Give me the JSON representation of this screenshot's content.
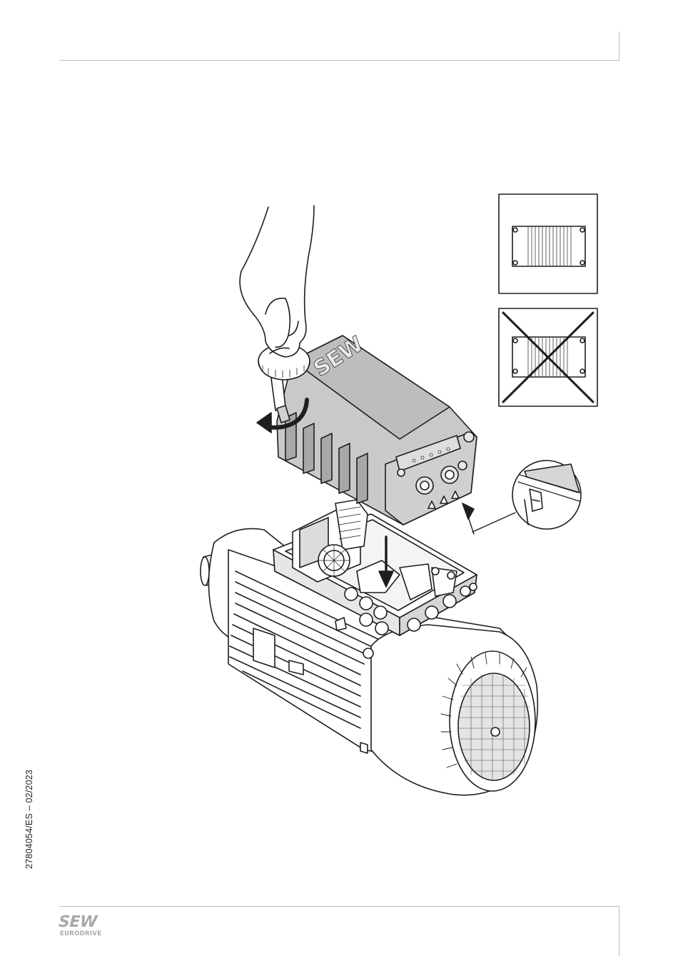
{
  "document": {
    "doc_id": "27804054/ES – 02/2023",
    "logo": {
      "name": "SEW",
      "subtitle": "EURODRIVE"
    }
  },
  "illustration": {
    "device_label": "SEW",
    "status_correct": "panel-correct",
    "status_incorrect": "panel-incorrect"
  },
  "colors": {
    "line": "#1e1e1e",
    "fill_light": "#ffffff",
    "fill_gray": "#d6d6d6",
    "fill_dark": "#9c9c9c",
    "rule": "#bdbdbd",
    "logo": "#a9a9a9"
  }
}
